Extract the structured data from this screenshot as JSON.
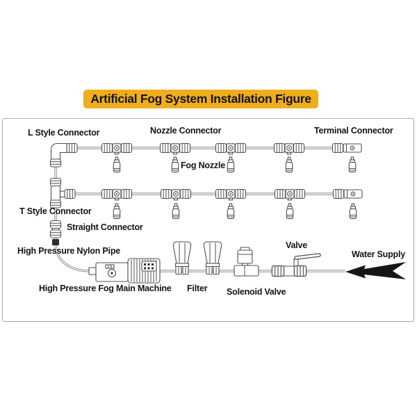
{
  "title": {
    "text": "Artificial Fog System Installation Figure",
    "bg_color": "#F0AD1D",
    "text_color": "#141414"
  },
  "colors": {
    "component_outline": "#4f4f4f",
    "pipe": "#7a7a7a",
    "arrow": "#161616",
    "frame_border": "#a9a9a9"
  },
  "diagram": {
    "labels": {
      "l_style_connector": "L Style Connector",
      "nozzle_connector": "Nozzle Connector",
      "terminal_connector": "Terminal Connector",
      "fog_nozzle": "Fog Nozzle",
      "t_style_connector": "T Style Connector",
      "straight_connector": "Straight Connector",
      "high_pressure_nylon_pipe": "High Pressure Nylon Pipe",
      "high_pressure_fog_main_machine": "High Pressure Fog Main Machine",
      "filter": "Filter",
      "solenoid_valve": "Solenoid Valve",
      "valve": "Valve",
      "water_supply": "Water Supply"
    }
  }
}
